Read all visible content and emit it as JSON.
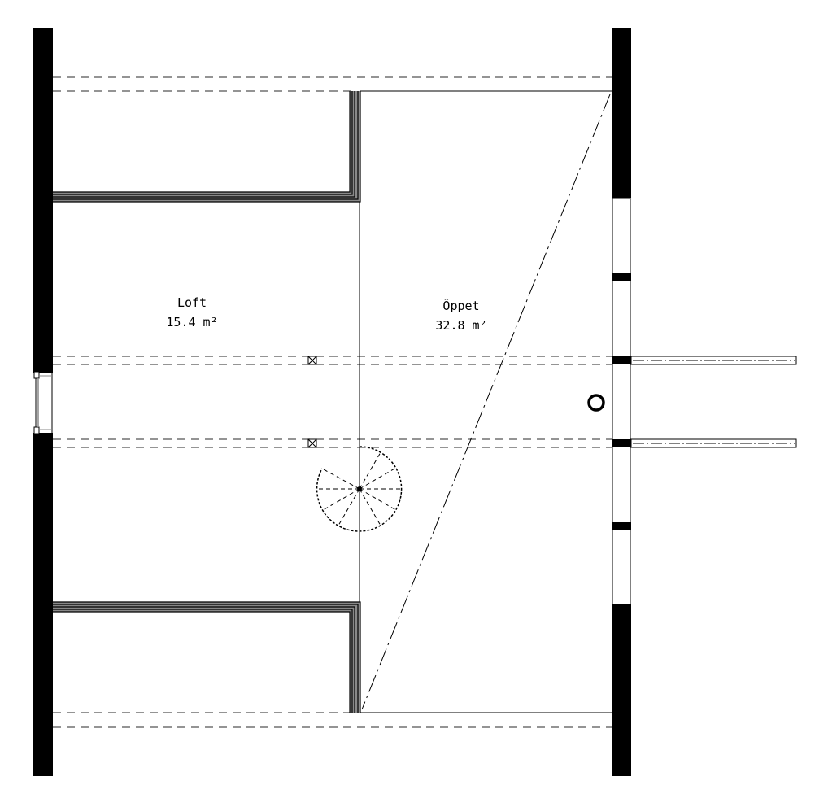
{
  "plan": {
    "rooms": [
      {
        "name": "Loft",
        "area": "15.4 m²"
      },
      {
        "name": "Öppet",
        "area": "32.8 m²"
      }
    ],
    "colors": {
      "wall": "#000000",
      "line": "#000000",
      "dash": "#555555",
      "background": "#ffffff"
    }
  }
}
